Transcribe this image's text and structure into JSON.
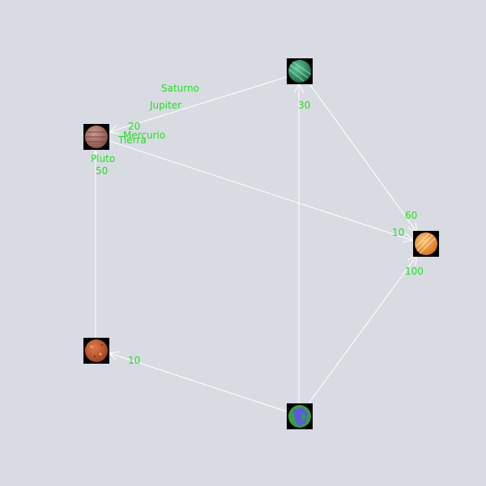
{
  "graph": {
    "node_labels": {
      "saturno": "Saturno",
      "jupiter": "Jupiter",
      "mercurio": "Mercurio",
      "tierra": "Tierra",
      "pluto": "Pluto"
    },
    "edge_weights": {
      "mars_to_upper_left": "50",
      "green_to_upper_left": "20",
      "earth_to_green": "30",
      "green_to_orange": "60",
      "upper_left_to_orange": "10",
      "earth_to_orange": "100",
      "earth_to_mars": "10"
    },
    "colors": {
      "background": "#d8dbe1",
      "edge": "#ffffff",
      "label": "#22e022",
      "planet_upper_left": "#a87064",
      "planet_green": "#2e8a5e",
      "planet_orange": "#f0952e",
      "planet_mars": "#c05a30",
      "planet_earth_land": "#3b9e3b",
      "planet_earth_water": "#5a5ae0"
    }
  }
}
